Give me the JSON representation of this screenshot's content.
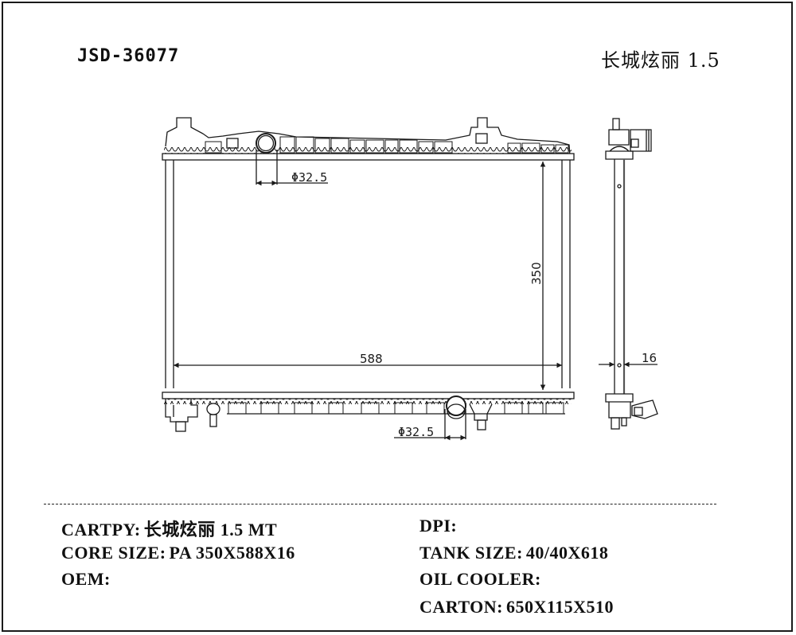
{
  "header": {
    "part_number": "JSD-36077",
    "vehicle_model": "长城炫丽 1.5"
  },
  "drawing": {
    "front_view": {
      "inlet_diameter_label": "Φ32.5",
      "outlet_diameter_label": "Φ32.5",
      "core_height_label": "350",
      "core_width_label": "588"
    },
    "side_view": {
      "core_thickness_label": "16"
    },
    "line_color": "#1a1a1a"
  },
  "specs": {
    "left": [
      {
        "key": "CARTPY:",
        "value": "长城炫丽 1.5 MT"
      },
      {
        "key": "CORE SIZE:",
        "value": "PA 350X588X16"
      },
      {
        "key": "OEM:",
        "value": ""
      }
    ],
    "right": [
      {
        "key": "DPI:",
        "value": ""
      },
      {
        "key": "TANK SIZE:",
        "value": "40/40X618"
      },
      {
        "key": "OIL COOLER:",
        "value": ""
      },
      {
        "key": "CARTON:",
        "value": "650X115X510"
      }
    ]
  }
}
